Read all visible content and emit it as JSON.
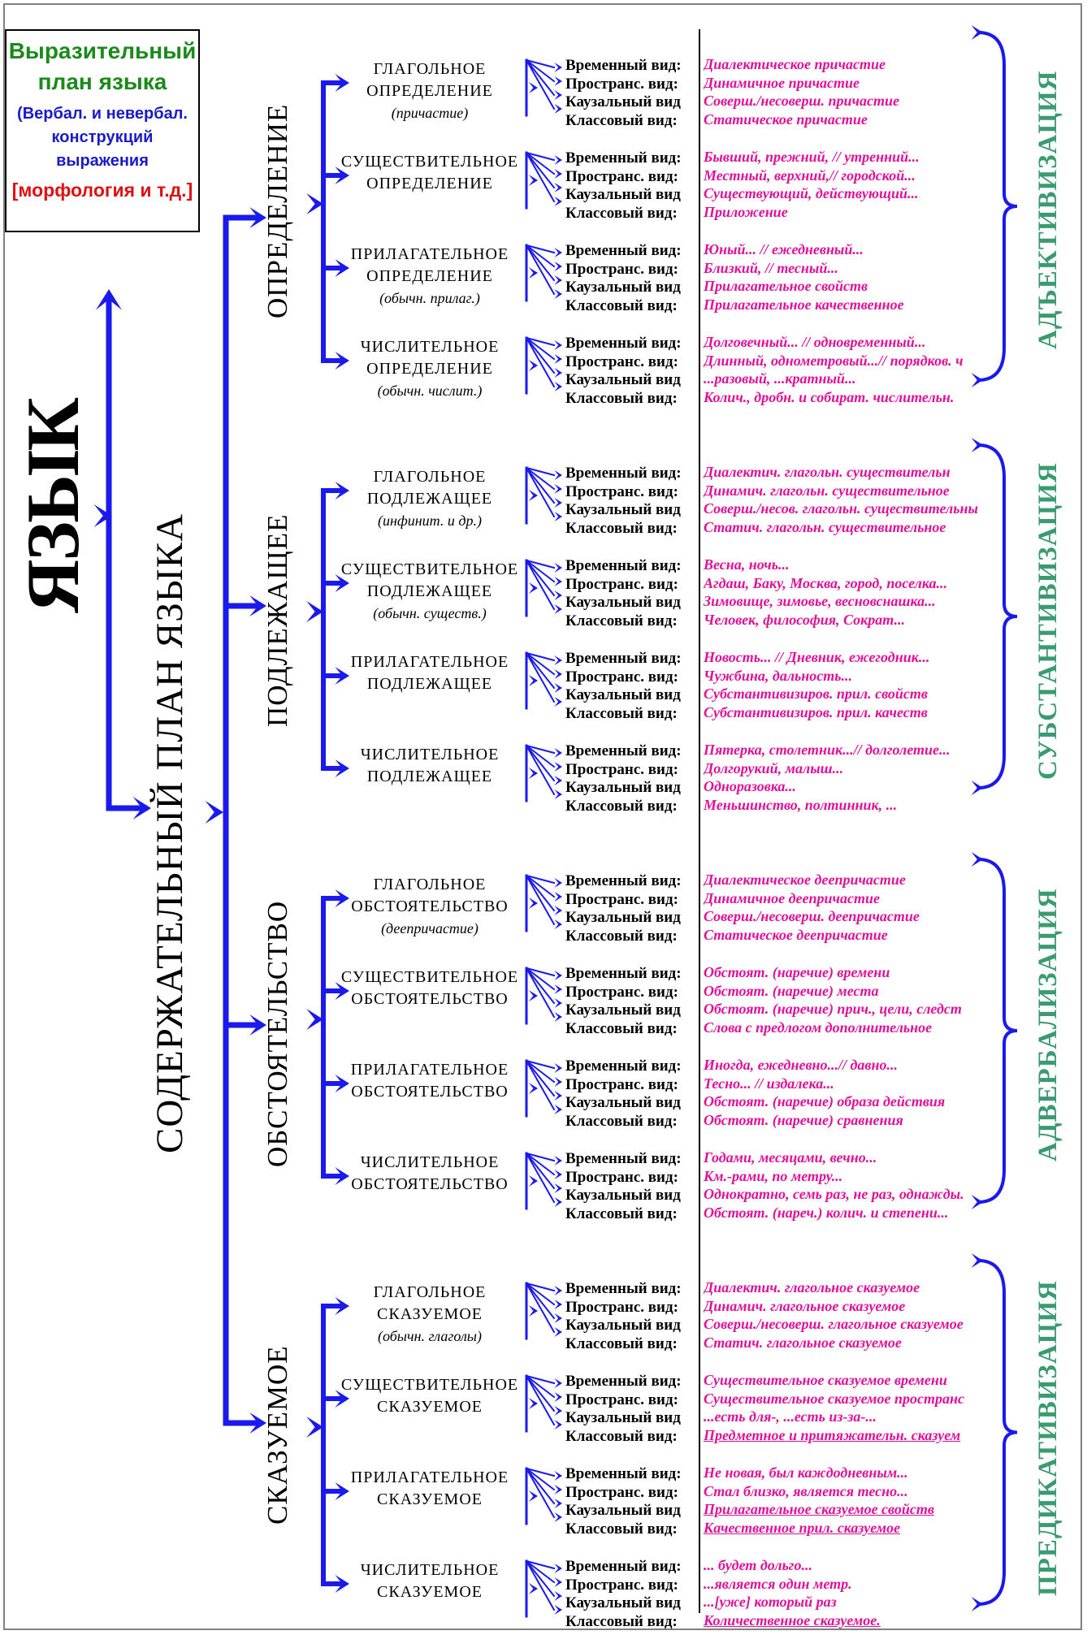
{
  "legend": {
    "title": "Выразительный план языка",
    "subtitle": "(Вербал. и невербал. конструкций выражения",
    "note": "[морфология и т.д.]"
  },
  "root_label": "ЯЗЫК",
  "plan_label": "СОДЕРЖАТЕЛЬНЫЙ ПЛАН ЯЗЫКА",
  "kind_labels": [
    "Временный вид:",
    "Пространс. вид:",
    "Каузальный вид",
    "Классовый вид:"
  ],
  "colors": {
    "arrows": "#1a1aee",
    "examples": "#e0109a",
    "process": "#3a9a70",
    "legend_title": "#1a8a1a",
    "legend_note": "#e01010"
  },
  "groups": [
    {
      "member": "ОПРЕДЕЛЕНИЕ",
      "process": "АДЪЕКТИВИЗАЦИЯ",
      "subnodes": [
        {
          "lines": [
            "ГЛАГОЛЬНОЕ",
            "ОПРЕДЕЛЕНИЕ"
          ],
          "note": "(причастие)",
          "examples": [
            "Диалектическое причастие",
            "Динамичное причастие",
            "Соверш./несоверш. причастие",
            "Статическое причастие"
          ]
        },
        {
          "lines": [
            "СУЩЕСТВИТЕЛЬНОЕ",
            "ОПРЕДЕЛЕНИЕ"
          ],
          "note": "",
          "examples": [
            "Бывший, прежний, // утренний...",
            "Местный, верхний,// городской...",
            "Существующий, действующий...",
            "Приложение"
          ]
        },
        {
          "lines": [
            "ПРИЛАГАТЕЛЬНОЕ",
            "ОПРЕДЕЛЕНИЕ"
          ],
          "note": "(обычн. прилаг.)",
          "examples": [
            "Юный... // ежедневный...",
            "Близкий, // тесный...",
            "Прилагательное свойств",
            "Прилагательное качественное"
          ]
        },
        {
          "lines": [
            "ЧИСЛИТЕЛЬНОЕ",
            "ОПРЕДЕЛЕНИЕ"
          ],
          "note": "(обычн. числит.)",
          "examples": [
            "Долговечный... // одновременный...",
            "Длинный, однометровый...// порядков. ч",
            "...разовый, ...кратный...",
            "Колич., дробн. и собират. числительн."
          ]
        }
      ]
    },
    {
      "member": "ПОДЛЕЖАЩЕЕ",
      "process": "СУБСТАНТИВИЗАЦИЯ",
      "subnodes": [
        {
          "lines": [
            "ГЛАГОЛЬНОЕ",
            "ПОДЛЕЖАЩЕЕ"
          ],
          "note": "(инфинит. и др.)",
          "examples": [
            "Диалектич. глагольн. существительн",
            "Динамич. глагольн. существительное",
            "Соверш./несов. глагольн. существительны",
            "Статич. глагольн. существительное"
          ]
        },
        {
          "lines": [
            "СУЩЕСТВИТЕЛЬНОЕ",
            "ПОДЛЕЖАЩЕЕ"
          ],
          "note": "(обычн. существ.)",
          "examples": [
            "Весна, ночь...",
            "Агдаш, Баку, Москва, город, поселка...",
            "Зимовище, зимовье, весновснашка...",
            "Человек, философия, Сократ..."
          ]
        },
        {
          "lines": [
            "ПРИЛАГАТЕЛЬНОЕ",
            "ПОДЛЕЖАЩЕЕ"
          ],
          "note": "",
          "examples": [
            "Новость... // Дневник, ежегодник...",
            "Чужбина, дальность...",
            "Субстантивизиров. прил. свойств",
            "Субстантивизиров. прил. качеств"
          ]
        },
        {
          "lines": [
            "ЧИСЛИТЕЛЬНОЕ",
            "ПОДЛЕЖАЩЕЕ"
          ],
          "note": "",
          "examples": [
            "Пятерка, столетник...// долголетие...",
            "Долгорукий, малыш...",
            "Одноразовка...",
            "Меньшинство, полтинник, ..."
          ]
        }
      ]
    },
    {
      "member": "ОБСТОЯТЕЛЬСТВО",
      "process": "АДВЕРБАЛИЗАЦИЯ",
      "subnodes": [
        {
          "lines": [
            "ГЛАГОЛЬНОЕ",
            "ОБСТОЯТЕЛЬСТВО"
          ],
          "note": "(деепричастие)",
          "examples": [
            "Диалектическое деепричастие",
            "Динамичное деепричастие",
            "Соверш./несоверш. деепричастие",
            "Статическое деепричастие"
          ]
        },
        {
          "lines": [
            "СУЩЕСТВИТЕЛЬНОЕ",
            "ОБСТОЯТЕЛЬСТВО"
          ],
          "note": "",
          "examples": [
            "Обстоят. (наречие) времени",
            "Обстоят. (наречие) места",
            "Обстоят. (наречие) прич., цели, следст",
            "Слова с предлогом дополнительное"
          ]
        },
        {
          "lines": [
            "ПРИЛАГАТЕЛЬНОЕ",
            "ОБСТОЯТЕЛЬСТВО"
          ],
          "note": "",
          "examples": [
            "Иногда, ежедневно...// давно...",
            "Тесно... // издалека...",
            "Обстоят. (наречие) образа действия",
            "Обстоят. (наречие) сравнения"
          ]
        },
        {
          "lines": [
            "ЧИСЛИТЕЛЬНОЕ",
            "ОБСТОЯТЕЛЬСТВО"
          ],
          "note": "",
          "examples": [
            "Годами, месяцами, вечно...",
            "Км.-рами, по метру...",
            "Однократно, семь раз, не раз, однажды.",
            "Обстоят. (нареч.) колич. и степени..."
          ]
        }
      ]
    },
    {
      "member": "СКАЗУЕМОЕ",
      "process": "ПРЕДИКАТИВИЗАЦИЯ",
      "subnodes": [
        {
          "lines": [
            "ГЛАГОЛЬНОЕ",
            "СКАЗУЕМОЕ"
          ],
          "note": "(обычн. глаголы)",
          "examples": [
            "Диалектич. глагольное сказуемое",
            "Динамич. глагольное сказуемое",
            "Соверш./несоверш. глагольное сказуемое",
            "Статич. глагольное сказуемое"
          ]
        },
        {
          "lines": [
            "СУЩЕСТВИТЕЛЬНОЕ",
            "СКАЗУЕМОЕ"
          ],
          "note": "",
          "examples": [
            "Существительное сказуемое времени",
            "Существительное сказуемое пространс",
            "...есть для-, ...есть из-за-...",
            "Предметное и притяжательн. сказуем"
          ]
        },
        {
          "lines": [
            "ПРИЛАГАТЕЛЬНОЕ",
            "СКАЗУЕМОЕ"
          ],
          "note": "",
          "examples": [
            "Не новая, был каждодневным...",
            "Стал близко, является тесно...",
            "Прилагательное сказуемое свойств",
            "Качественное прил. сказуемое"
          ]
        },
        {
          "lines": [
            "ЧИСЛИТЕЛЬНОЕ",
            "СКАЗУЕМОЕ"
          ],
          "note": "",
          "examples": [
            "... будет дольго...",
            "...является один метр.",
            "...[уже] который раз",
            "Количественное сказуемое."
          ]
        }
      ]
    }
  ]
}
